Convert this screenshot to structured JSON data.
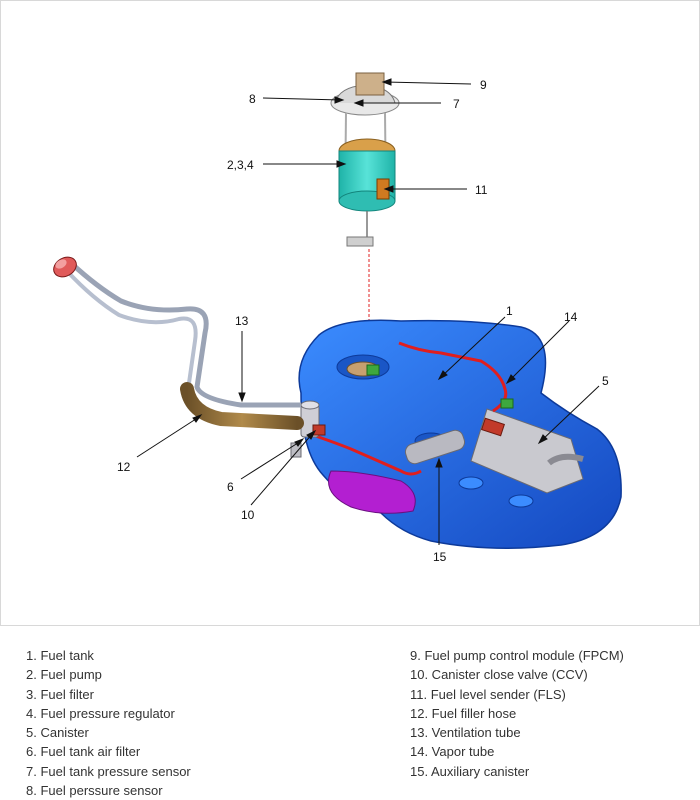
{
  "callouts": [
    {
      "id": "c1",
      "text": "1"
    },
    {
      "id": "c2",
      "text": "2,3,4"
    },
    {
      "id": "c5",
      "text": "5"
    },
    {
      "id": "c6",
      "text": "6"
    },
    {
      "id": "c7",
      "text": "7"
    },
    {
      "id": "c8",
      "text": "8"
    },
    {
      "id": "c9",
      "text": "9"
    },
    {
      "id": "c10",
      "text": "10"
    },
    {
      "id": "c11",
      "text": "11"
    },
    {
      "id": "c12",
      "text": "12"
    },
    {
      "id": "c13",
      "text": "13"
    },
    {
      "id": "c14",
      "text": "14"
    },
    {
      "id": "c15",
      "text": "15"
    }
  ],
  "legend": {
    "left": [
      "1. Fuel tank",
      "2. Fuel pump",
      "3. Fuel filter",
      "4. Fuel pressure regulator",
      "5. Canister",
      "6. Fuel tank air filter",
      "7. Fuel tank pressure sensor",
      "8. Fuel perssure sensor"
    ],
    "right": [
      "9. Fuel pump control module (FPCM)",
      "10. Canister close valve (CCV)",
      "11. Fuel level sender (FLS)",
      "12. Fuel filler hose",
      "13. Ventilation tube",
      "14. Vapor tube",
      "15. Auxiliary canister"
    ]
  },
  "colors": {
    "tank": "#1f6fe0",
    "tank_dark": "#0f3fa8",
    "pump_module": "#3ed1c6",
    "filler_hose": "#8a6a3a",
    "tubes": "#9aa3b5",
    "vapor_line": "#e01e1e",
    "canister": "#c9c9cf",
    "skid": "#b31fd1"
  }
}
